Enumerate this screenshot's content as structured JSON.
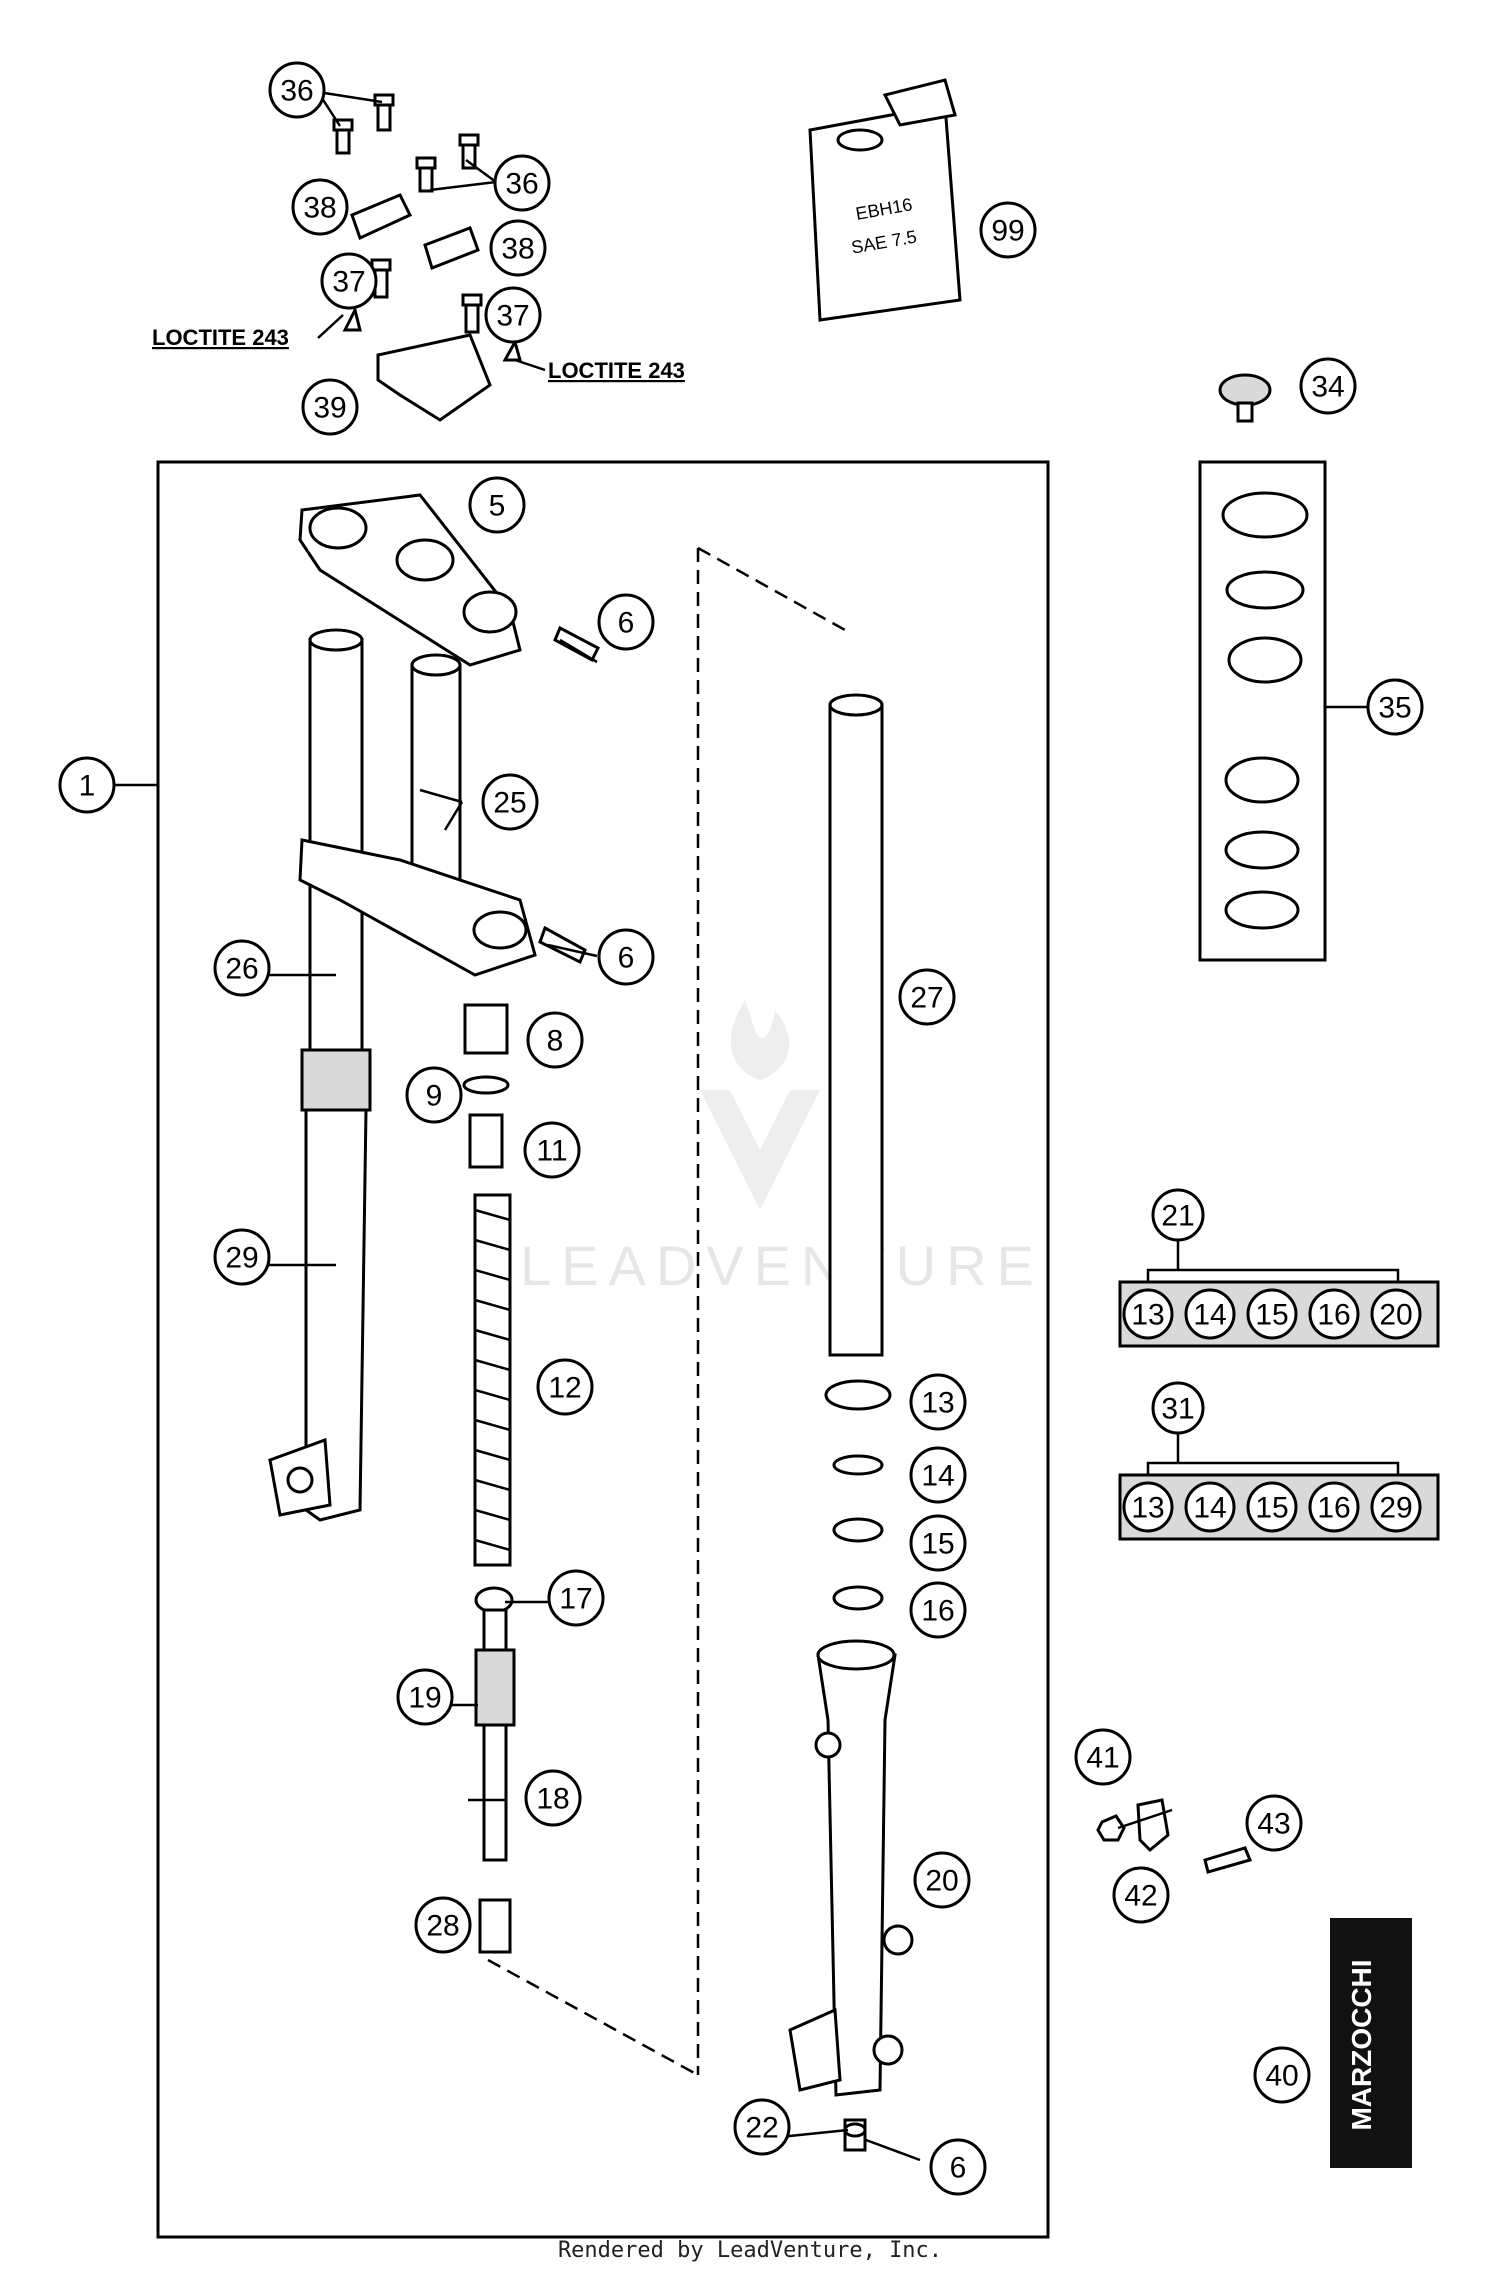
{
  "title": "",
  "can_label": {
    "line1": "EBH16",
    "line2": "SAE 7.5"
  },
  "loctite_left": "LOCTITE 243",
  "loctite_right": "LOCTITE 243",
  "brand_label": "MARZOCCHI",
  "watermark": "LEADVENTURE",
  "footer": "Rendered by LeadVenture, Inc.",
  "kit_21": {
    "label": "21",
    "items": [
      "13",
      "14",
      "15",
      "16",
      "20"
    ]
  },
  "kit_31": {
    "label": "31",
    "items": [
      "13",
      "14",
      "15",
      "16",
      "29"
    ]
  },
  "callouts": {
    "c1": "1",
    "c5": "5",
    "c6a": "6",
    "c6b": "6",
    "c6c": "6",
    "c8": "8",
    "c9": "9",
    "c11": "11",
    "c12": "12",
    "c13": "13",
    "c14": "14",
    "c15": "15",
    "c16": "16",
    "c17": "17",
    "c18": "18",
    "c19": "19",
    "c20": "20",
    "c22": "22",
    "c25": "25",
    "c26": "26",
    "c27": "27",
    "c28": "28",
    "c29": "29",
    "c34": "34",
    "c35": "35",
    "c36a": "36",
    "c36b": "36",
    "c37a": "37",
    "c37b": "37",
    "c38a": "38",
    "c38b": "38",
    "c39": "39",
    "c40": "40",
    "c41": "41",
    "c42": "42",
    "c43": "43",
    "c99": "99"
  }
}
